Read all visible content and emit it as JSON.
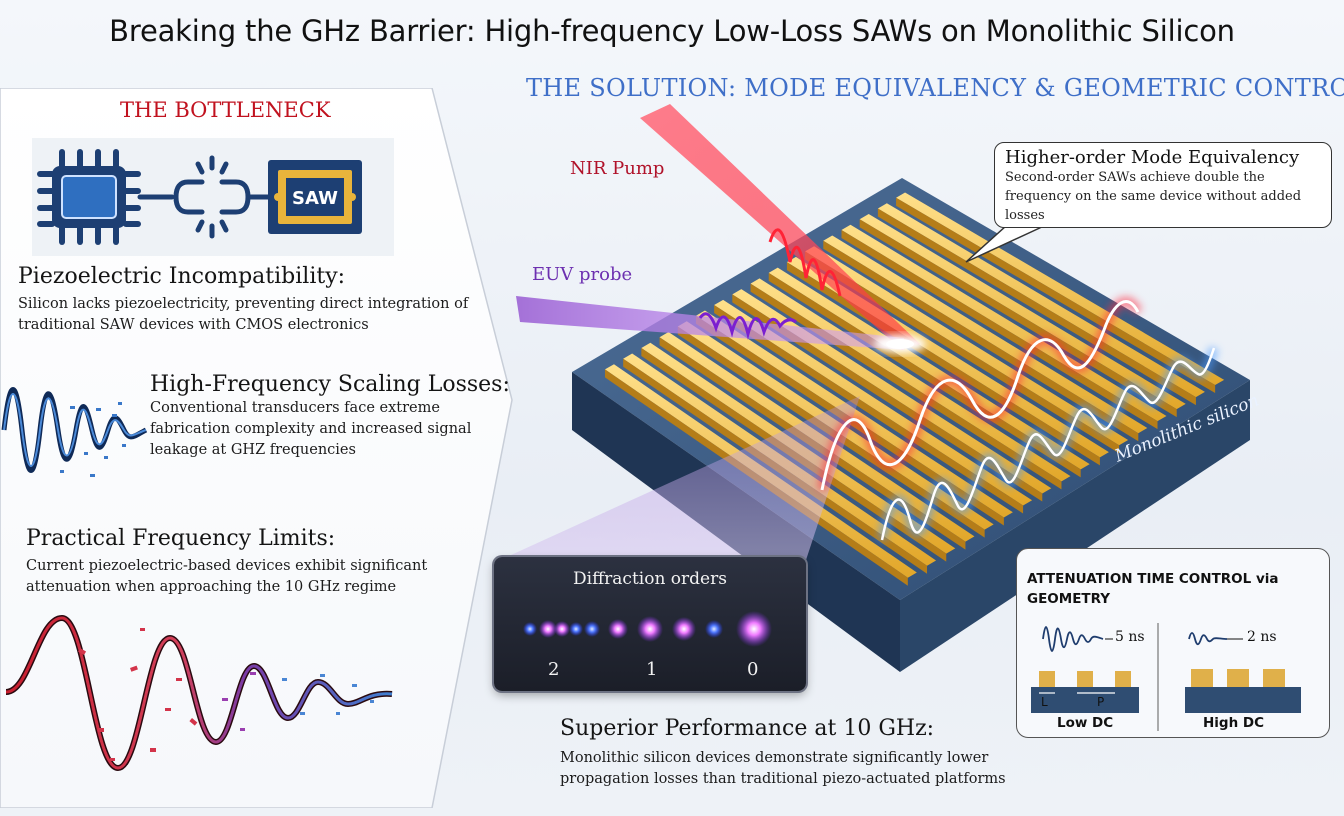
{
  "title": "Breaking the GHz Barrier: High-frequency Low-Loss SAWs on Monolithic Silicon",
  "bottleneck": {
    "heading": "THE BOTTLENECK",
    "saw_chip_label": "SAW",
    "items": [
      {
        "title": "Piezoelectric Incompatibility:",
        "body": "Silicon lacks piezoelectricity, preventing direct integration of traditional SAW devices with CMOS electronics"
      },
      {
        "title": "High-Frequency Scaling Losses:",
        "body": "Conventional transducers face extreme fabrication complexity and increased signal leakage at GHZ frequencies"
      },
      {
        "title": "Practical Frequency Limits:",
        "body": "Current piezoelectric-based devices exhibit significant attenuation when approaching the 10 GHz regime"
      }
    ]
  },
  "solution": {
    "heading": "THE SOLUTION: MODE EQUIVALENCY & GEOMETRIC CONTROL",
    "nir_label": "NIR Pump",
    "euv_label": "EUV probe",
    "substrate_label": "Monolithic silicon",
    "callout": {
      "title": "Higher-order Mode Equivalency",
      "body": "Second-order SAWs achieve double the frequency on the same device without added losses"
    },
    "diffraction": {
      "title": "Diffraction orders",
      "orders": [
        "2",
        "1",
        "0"
      ]
    },
    "performance": {
      "title": "Superior Performance at 10 GHz:",
      "body": "Monolithic silicon devices demonstrate significantly lower propagation losses than traditional piezo-actuated platforms"
    },
    "attenuation": {
      "title": "ATTENUATION TIME CONTROL via GEOMETRY",
      "low": {
        "time": "5 ns",
        "caption": "Low DC",
        "dim_L": "L",
        "dim_P": "P"
      },
      "high": {
        "time": "2 ns",
        "caption": "High DC"
      }
    }
  },
  "colors": {
    "title_red": "#c1121f",
    "solution_blue": "#3f6fc8",
    "substrate": "#2f4d72",
    "electrode": "#f2c246",
    "wave_red": "#ff3a4a",
    "wave_blue": "#7fb6ff"
  }
}
